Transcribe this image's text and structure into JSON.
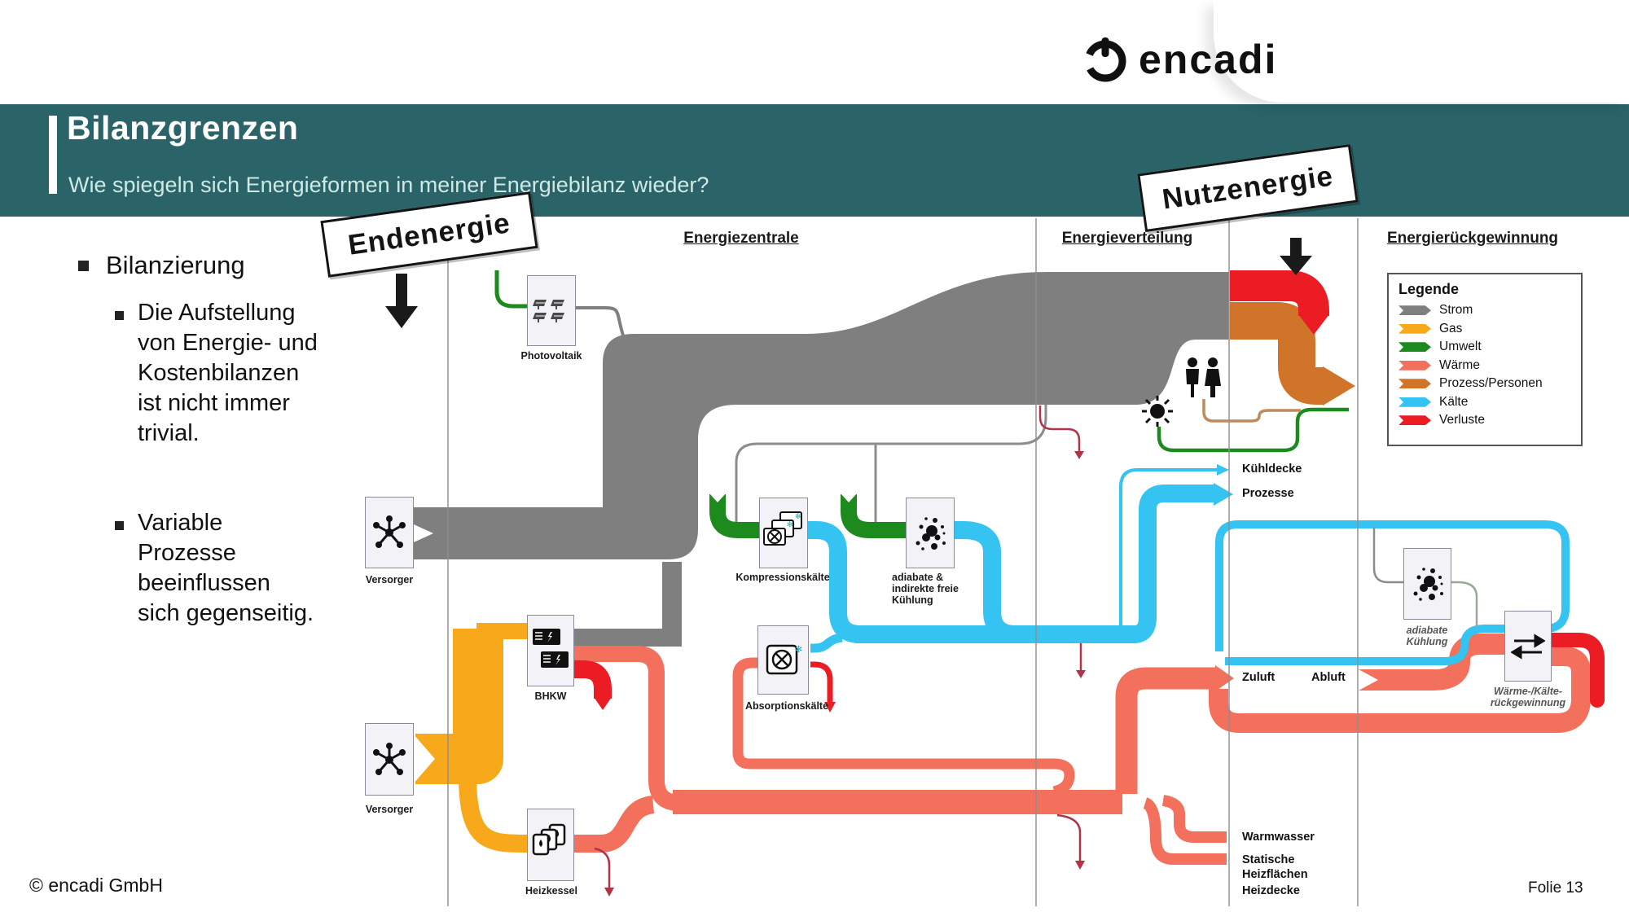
{
  "logo": {
    "text": "encadi"
  },
  "header": {
    "title": "Bilanzgrenzen",
    "subtitle": "Wie spiegeln sich Energieformen in meiner Energiebilanz wieder?"
  },
  "stickers": {
    "endenergie": "Endenergie",
    "nutzenergie": "Nutzenergie"
  },
  "bullets": {
    "l1": "Bilanzierung",
    "l2a": "Die Aufstellung\nvon Energie- und\nKostenbilanzen\nist nicht immer\ntrivial.",
    "l2b": "Variable\nProzesse\nbeeinflussen\nsich gegenseitig."
  },
  "columns": {
    "zentrale": "Energiezentrale",
    "verteilung": "Energieverteilung",
    "rueckgewinnung": "Energierückgewinnung"
  },
  "legend": {
    "title": "Legende",
    "items": [
      {
        "label": "Strom",
        "color": "#7f7f7f"
      },
      {
        "label": "Gas",
        "color": "#f7a81b"
      },
      {
        "label": "Umwelt",
        "color": "#1d8a1e"
      },
      {
        "label": "Wärme",
        "color": "#f2705c"
      },
      {
        "label": "Prozess/Personen",
        "color": "#cf7428"
      },
      {
        "label": "Kälte",
        "color": "#35c3f2"
      },
      {
        "label": "Verluste",
        "color": "#ec1c24"
      }
    ]
  },
  "nodes": {
    "photovoltaik": {
      "label": "Photovoltaik"
    },
    "versorger1": {
      "label": "Versorger"
    },
    "versorger2": {
      "label": "Versorger"
    },
    "bhkw": {
      "label": "BHKW"
    },
    "heizkessel": {
      "label": "Heizkessel"
    },
    "kompressionskaelte": {
      "label": "Kompressionskälte"
    },
    "adiabate_frei": {
      "label": "adiabate &\nindirekte freie\nKühlung"
    },
    "absorptionskaelte": {
      "label": "Absorptionskälte"
    },
    "adiabate_kuehlung": {
      "label": "adiabate\nKühlung"
    },
    "waerme_kaelte_rueckgewinnung": {
      "label": "Wärme-/Kälte-\nrückgewinnung"
    }
  },
  "flow_labels": {
    "kuehldecke": "Kühldecke",
    "prozesse": "Prozesse",
    "zuluft": "Zuluft",
    "abluft": "Abluft",
    "warmwasser": "Warmwasser",
    "statische": "Statische\nHeizflächen",
    "heizdecke": "Heizdecke"
  },
  "footer": {
    "copyright": "© encadi GmbH",
    "slide": "Folie 13"
  },
  "colors": {
    "teal": "#2a6468",
    "strom": "#7f7f7f",
    "gas": "#f7a81b",
    "umwelt": "#1d8a1e",
    "waerme": "#f2705c",
    "prozess": "#cf7428",
    "kaelte": "#35c3f2",
    "verluste": "#ec1c24",
    "thinloss": "#b03445",
    "tan": "#c18a5c",
    "divider": "#8f8f8f"
  }
}
